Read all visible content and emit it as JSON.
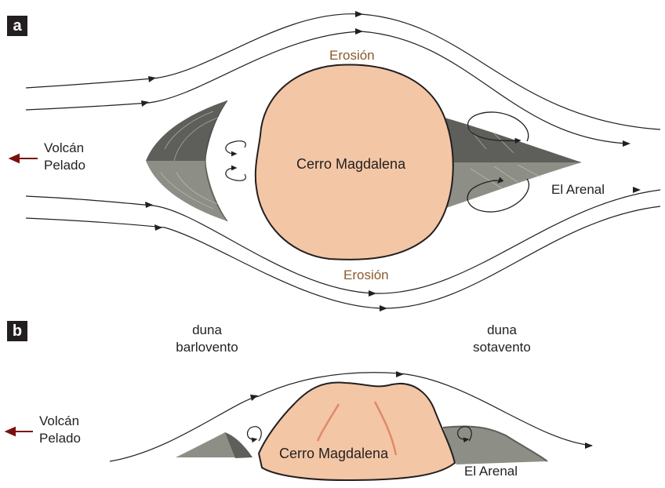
{
  "panel_a": {
    "letter": "a",
    "erosion_top": "Erosión",
    "erosion_bottom": "Erosión",
    "hill": "Cerro Magdalena",
    "town": "El Arenal",
    "volcano_line1": "Volcán",
    "volcano_line2": "Pelado"
  },
  "panel_b": {
    "letter": "b",
    "windward_line1": "duna",
    "windward_line2": "barlovento",
    "leeward_line1": "duna",
    "leeward_line2": "sotavento",
    "hill": "Cerro Magdalena",
    "town": "El Arenal",
    "volcano_line1": "Volcán",
    "volcano_line2": "Pelado"
  },
  "colors": {
    "hill_fill": "#f3c6a5",
    "dune_dark": "#5e5f5a",
    "dune_light": "#8d8e85",
    "volcano_arrow": "#7a1010",
    "erosion_text": "#8b5a2b",
    "stroke": "#231f20"
  }
}
